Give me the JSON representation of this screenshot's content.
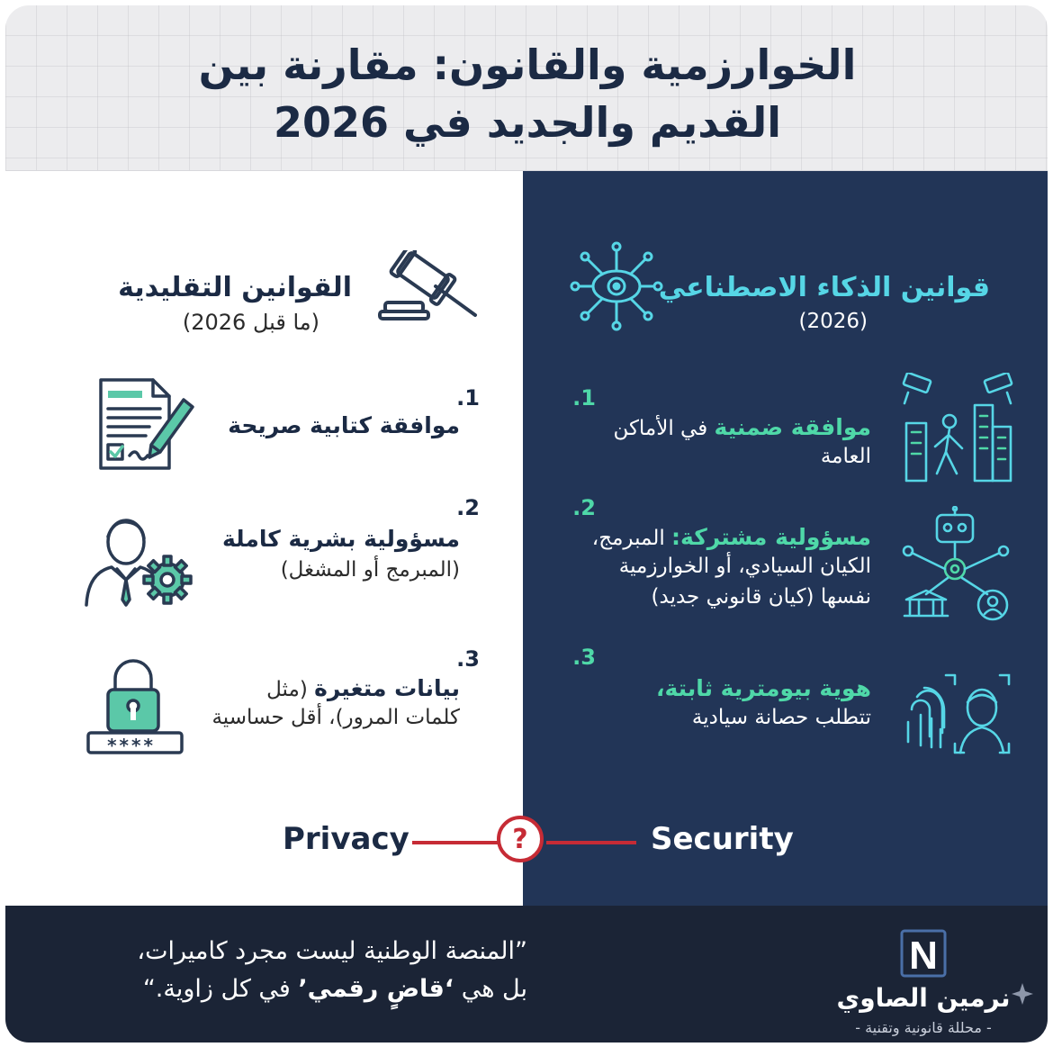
{
  "header": {
    "title_line1": "الخوارزمية والقانون: مقارنة بين",
    "title_line2": "القديم والجديد في 2026"
  },
  "left": {
    "heading": "القوانين التقليدية",
    "subheading": "(ما قبل 2026)",
    "items": [
      {
        "number": "1.",
        "bold": "موافقة كتابية صريحة",
        "rest": ""
      },
      {
        "number": "2.",
        "bold": "مسؤولية بشرية كاملة",
        "rest": "(المبرمج أو المشغل)"
      },
      {
        "number": "3.",
        "bold": "بيانات متغيرة",
        "rest_inline": " (مثل",
        "rest": "كلمات المرور)، أقل حساسية"
      }
    ],
    "lock_mask": "****"
  },
  "right": {
    "heading": "قوانين الذكاء الاصطناعي",
    "subheading": "(2026)",
    "items": [
      {
        "number": "1.",
        "bold": "موافقة ضمنية",
        "rest_inline": " في الأماكن",
        "rest": "العامة"
      },
      {
        "number": "2.",
        "bold": "مسؤولية مشتركة:",
        "rest_inline": " المبرمج،",
        "rest": "الكيان السيادي، أو الخوارزمية",
        "rest2": "نفسها (كيان قانوني جديد)"
      },
      {
        "number": "3.",
        "bold": "هوية بيومترية ثابتة،",
        "rest": "تتطلب حصانة سيادية"
      }
    ]
  },
  "balance": {
    "left_label": "Privacy",
    "right_label": "Security",
    "symbol": "?"
  },
  "footer": {
    "quote_line1": "”المنصة الوطنية ليست مجرد كاميرات،",
    "quote_pre": "بل هي ",
    "quote_bold": "‘قاضٍ رقمي’",
    "quote_post": " في كل زاوية.“",
    "brand_letter": "N",
    "brand_name": "نرمين الصاوي",
    "brand_tagline": "- محللة قانونية وتقنية -"
  },
  "colors": {
    "navy": "#223557",
    "dark": "#1b2436",
    "teal": "#56d6e6",
    "green": "#4fd8a8",
    "red": "#c62b35"
  }
}
